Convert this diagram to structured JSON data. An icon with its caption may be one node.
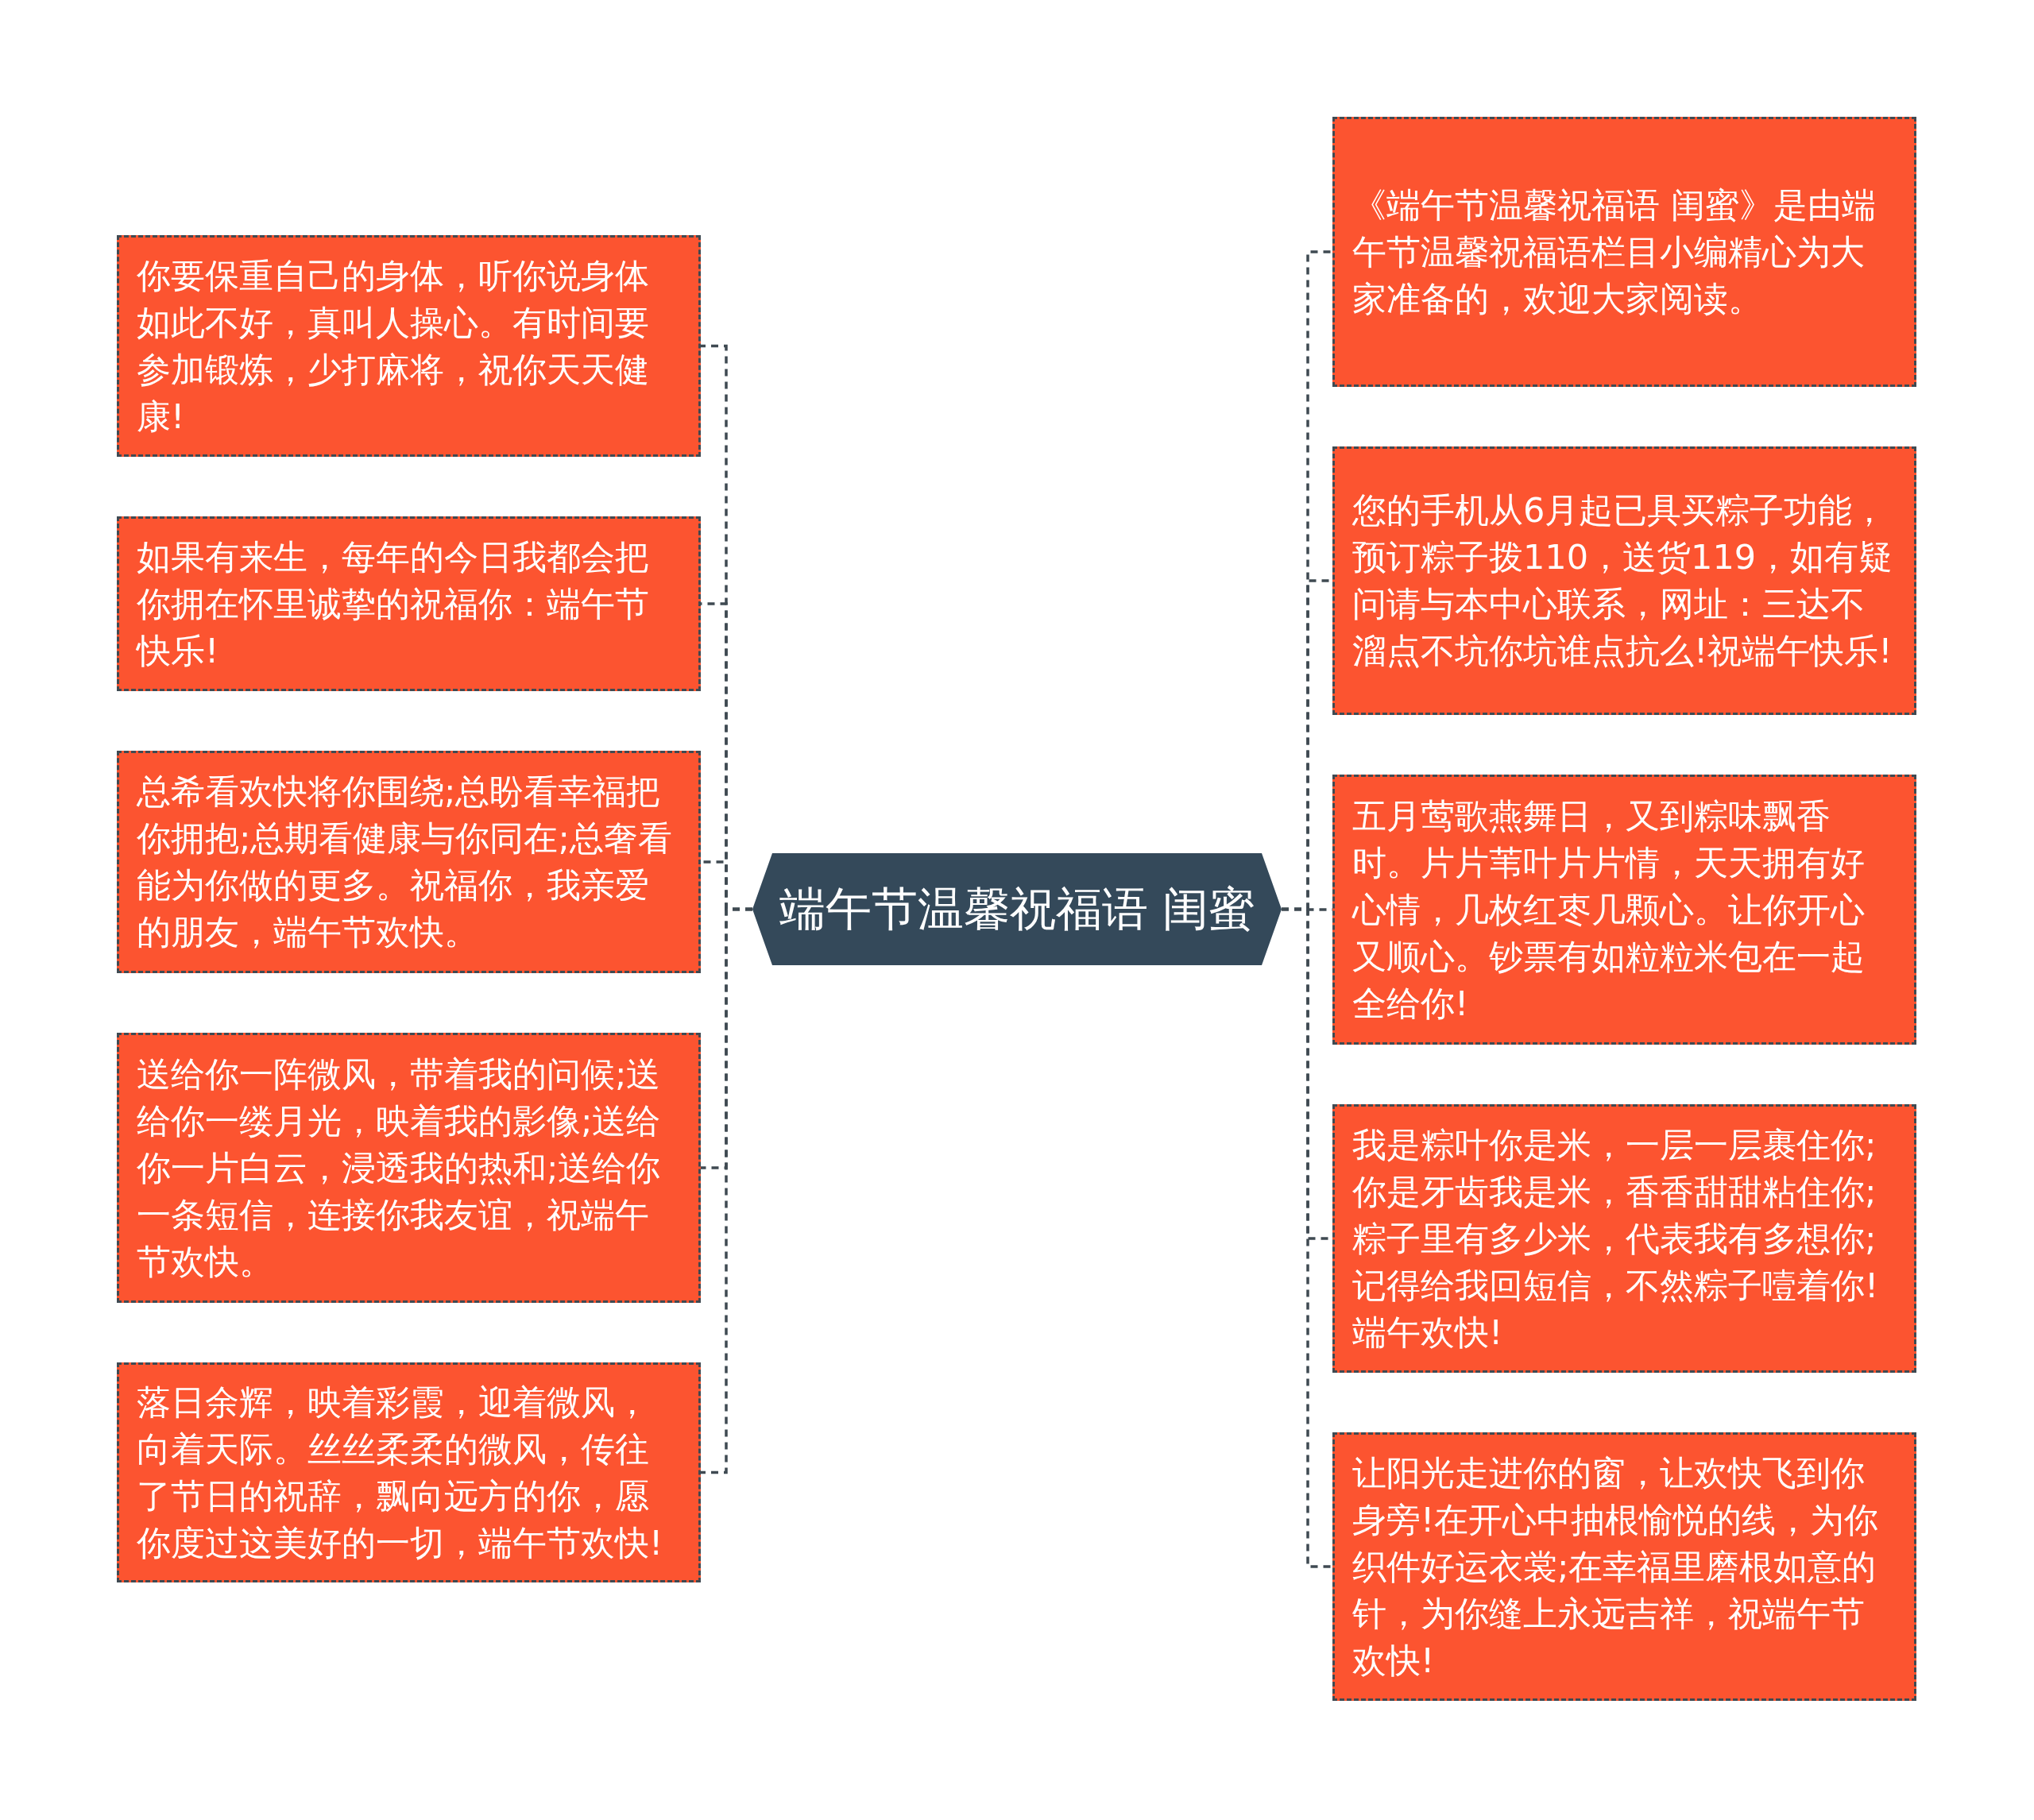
{
  "diagram": {
    "nodes": [
      {
        "text": [
          "端午节温馨祝福语 闺蜜"
        ]
      },
      {
        "text": [
          "你要保重自己的身体，听你说身体如此不好，真叫人操心。有时间要参加锻炼，少打麻将，祝你天天健康!"
        ]
      },
      {
        "text": [
          "如果有来生，每年的今日我都会把你拥在怀里诚挚的祝福你：端午节快乐!"
        ]
      },
      {
        "text": [
          "总希看欢快将你围绕;总盼看幸福把你拥抱;总期看健康与你同在;总奢看能为你做的更多。祝福你，我亲爱的朋友，端午节欢快。"
        ]
      },
      {
        "text": [
          "送给你一阵微风，带着我的问候;送给你一缕月光，映着我的影像;送给你一片白云，浸透我的热和;送给你一条短信，连接你我友谊，祝端午节欢快。"
        ]
      },
      {
        "text": [
          "落日余辉，映着彩霞，迎着微风，向着天际。丝丝柔柔的微风，传往了节日的祝辞，飘向远方的你，愿你度过这美好的一切，端午节欢快!"
        ]
      },
      {
        "text": [
          "《端午节温馨祝福语 闺蜜》是由端午节温馨祝福语栏目小编精心为大家准备的，欢迎大家阅读。"
        ]
      },
      {
        "text": [
          "您的手机从6月起已具买粽子功能，预订粽子拨110，送货119，如有疑问请与本中心联系，网址：三达不溜点不坑你坑谁点抗么!祝端午快乐!"
        ]
      },
      {
        "text": [
          "五月莺歌燕舞日，又到粽味飘香时。片片苇叶片片情，天天拥有好心情，几枚红枣几颗心。让你开心又顺心。钞票有如粒粒米包在一起全给你!"
        ]
      },
      {
        "text": [
          "我是粽叶你是米，一层一层裹住你;你是牙齿我是米，香香甜甜粘住你;粽子里有多少米，代表我有多想你;记得给我回短信，不然粽子噎着你!端午欢快!"
        ]
      },
      {
        "text": [
          "让阳光走进你的窗，让欢快飞到你身旁!在开心中抽根愉悦的线，为你织件好运衣裳;在幸福里磨根如意的针，为你缝上永远吉祥，祝端午节欢快!"
        ]
      }
    ],
    "edges": [
      {
        "from": 0,
        "to": 1,
        "arrow": "none",
        "style": "dashed"
      },
      {
        "from": 0,
        "to": 2,
        "arrow": "none",
        "style": "dashed"
      },
      {
        "from": 0,
        "to": 3,
        "arrow": "none",
        "style": "dashed"
      },
      {
        "from": 0,
        "to": 4,
        "arrow": "none",
        "style": "dashed"
      },
      {
        "from": 0,
        "to": 5,
        "arrow": "none",
        "style": "dashed"
      },
      {
        "from": 0,
        "to": 6,
        "arrow": "none",
        "style": "dashed"
      },
      {
        "from": 0,
        "to": 7,
        "arrow": "none",
        "style": "dashed"
      },
      {
        "from": 0,
        "to": 8,
        "arrow": "none",
        "style": "dashed"
      },
      {
        "from": 0,
        "to": 9,
        "arrow": "none",
        "style": "dashed"
      },
      {
        "from": 0,
        "to": 10,
        "arrow": "none",
        "style": "dashed"
      }
    ]
  }
}
